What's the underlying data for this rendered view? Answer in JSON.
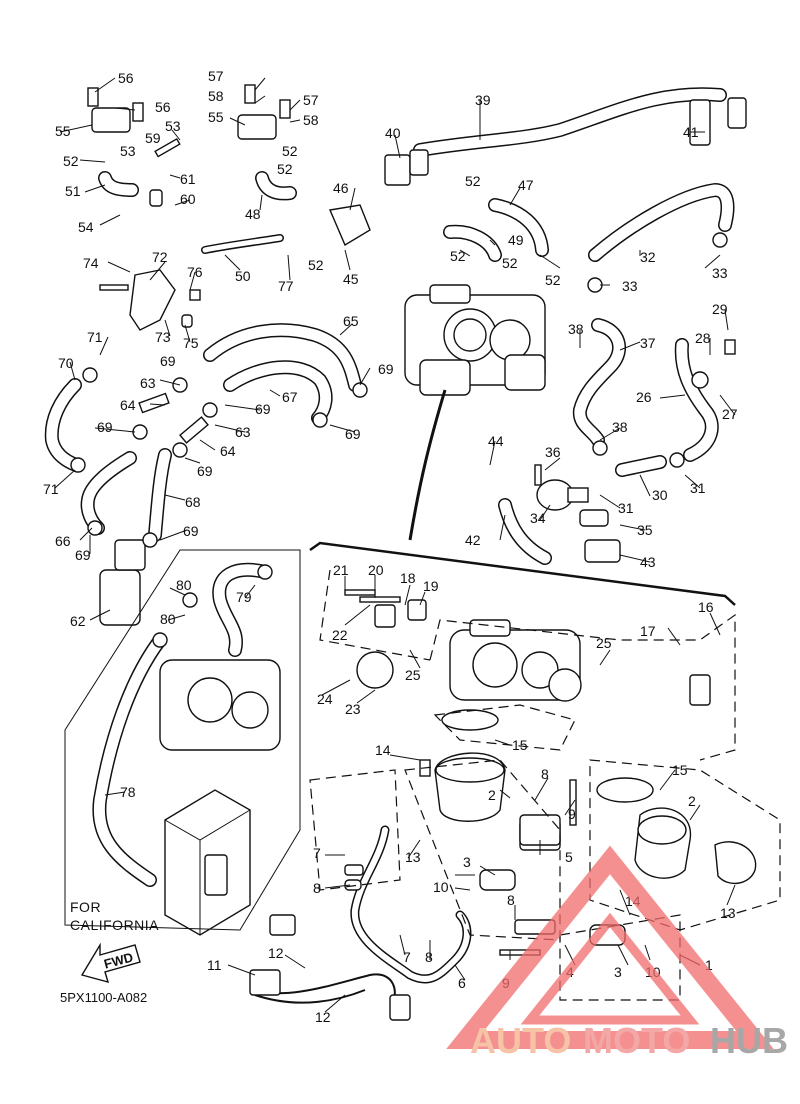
{
  "diagram_code": "5PX1100-A082",
  "inset_caption_line1": "FOR",
  "inset_caption_line2": "CALIFORNIA",
  "fwd_label": "FWD",
  "watermark": {
    "part1": "AUTO",
    "part2": "MOTO",
    "part3": "HUB",
    "color_auto": "#f4b08a",
    "color_moto": "#f08a8a",
    "color_hub": "#8a8a8a",
    "triangle_color": "#f26b6b"
  },
  "callouts": [
    "1",
    "2",
    "3",
    "4",
    "5",
    "6",
    "7",
    "8",
    "9",
    "10",
    "11",
    "12",
    "13",
    "14",
    "15",
    "16",
    "17",
    "18",
    "19",
    "20",
    "21",
    "22",
    "23",
    "24",
    "25",
    "26",
    "27",
    "28",
    "29",
    "30",
    "31",
    "32",
    "33",
    "34",
    "35",
    "36",
    "37",
    "38",
    "39",
    "40",
    "41",
    "42",
    "43",
    "44",
    "45",
    "46",
    "47",
    "48",
    "49",
    "50",
    "51",
    "52",
    "53",
    "54",
    "55",
    "56",
    "57",
    "58",
    "59",
    "60",
    "61",
    "62",
    "63",
    "64",
    "65",
    "66",
    "67",
    "68",
    "69",
    "70",
    "71",
    "72",
    "73",
    "74",
    "75",
    "76",
    "77",
    "78",
    "79",
    "80"
  ]
}
